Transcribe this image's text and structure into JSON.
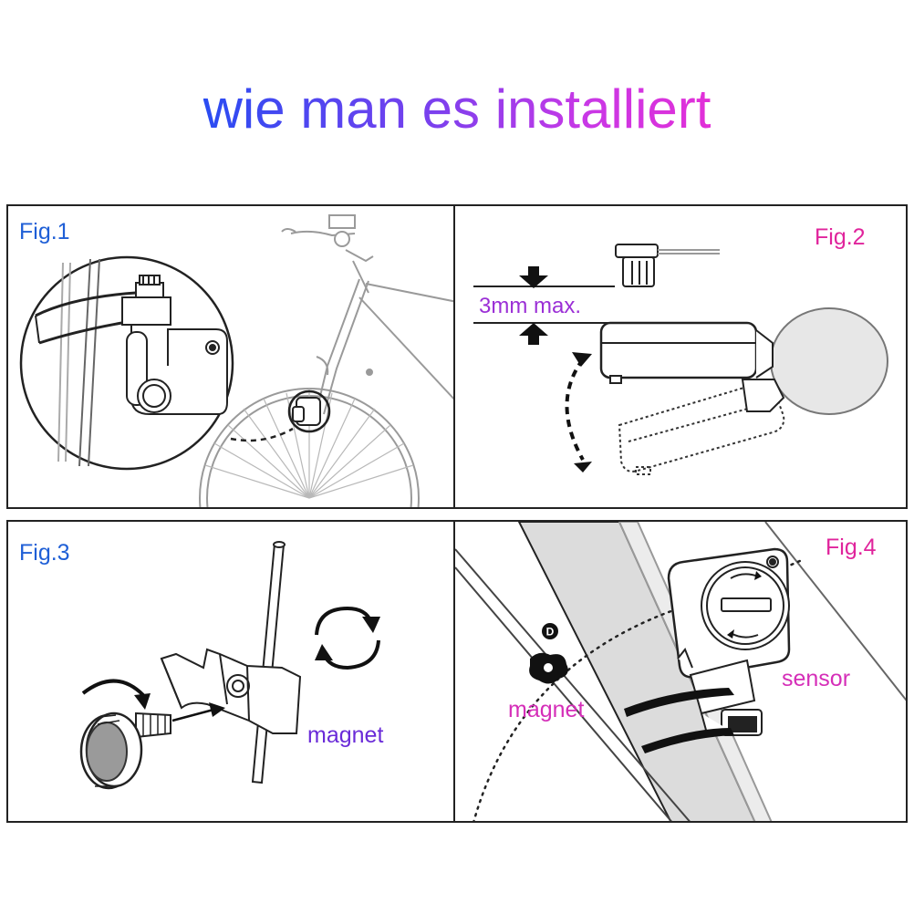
{
  "title": "wie man es installiert",
  "colors": {
    "title_gradient_start": "#2a4cf2",
    "title_gradient_end": "#e22fd8",
    "fig_blue": "#1f5fd6",
    "fig_magenta": "#e0249c",
    "label_purple": "#6a2bd8",
    "label_magenta": "#d52eb8",
    "line_art": "#222222"
  },
  "figures": [
    {
      "id": "fig1",
      "label": "Fig.1"
    },
    {
      "id": "fig2",
      "label": "Fig.2",
      "callout": "3mm max."
    },
    {
      "id": "fig3",
      "label": "Fig.3",
      "callout": "magnet"
    },
    {
      "id": "fig4",
      "label": "Fig.4",
      "callouts": {
        "sensor": "sensor",
        "magnet": "magnet",
        "marker": "D"
      }
    }
  ]
}
